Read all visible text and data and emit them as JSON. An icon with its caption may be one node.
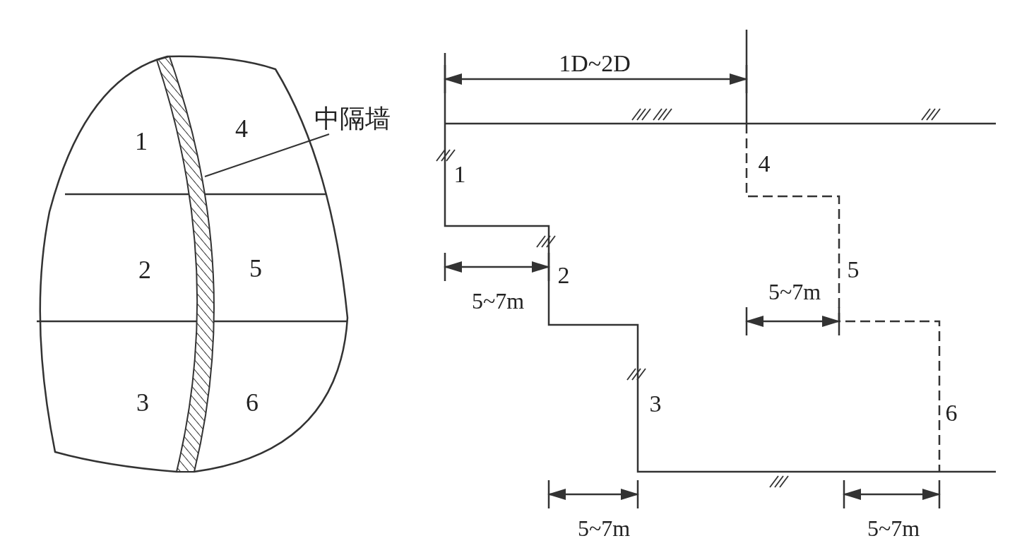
{
  "diagram": {
    "nodes": [
      {
        "text": [],
        "shape": "bar"
      },
      {
        "text": [
          "中隔墙"
        ]
      }
    ],
    "edges": [
      {
        "from": 1,
        "to": 0,
        "arrow": "none"
      }
    ],
    "labels": [
      "1",
      "4",
      "2",
      "5",
      "3",
      "6",
      "1D~2D",
      "1",
      "4",
      "2",
      "5",
      "5~7m",
      "5~7m",
      "3",
      "6",
      "5~7m",
      "5~7m"
    ]
  }
}
